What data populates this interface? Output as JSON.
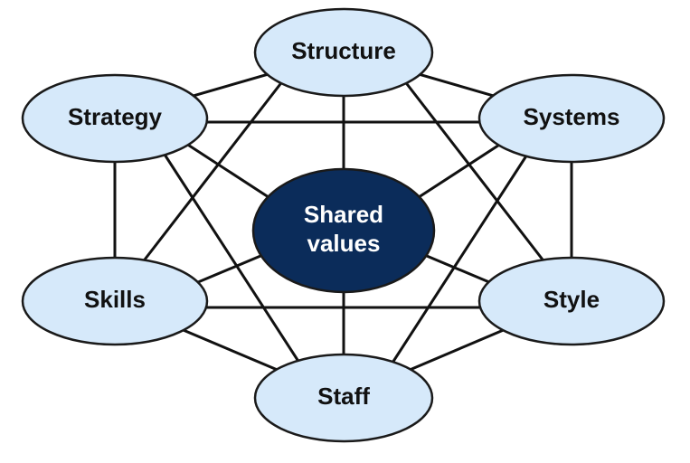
{
  "colors": {
    "node_fill": "#d6e9fa",
    "center_fill": "#0b2c5a",
    "node_text": "#111111",
    "center_text": "#ffffff",
    "edge": "#111111"
  },
  "nodes": {
    "structure": {
      "label": "Structure"
    },
    "strategy": {
      "label": "Strategy"
    },
    "systems": {
      "label": "Systems"
    },
    "shared": {
      "label_line1": "Shared",
      "label_line2": "values"
    },
    "skills": {
      "label": "Skills"
    },
    "style": {
      "label": "Style"
    },
    "staff": {
      "label": "Staff"
    }
  }
}
